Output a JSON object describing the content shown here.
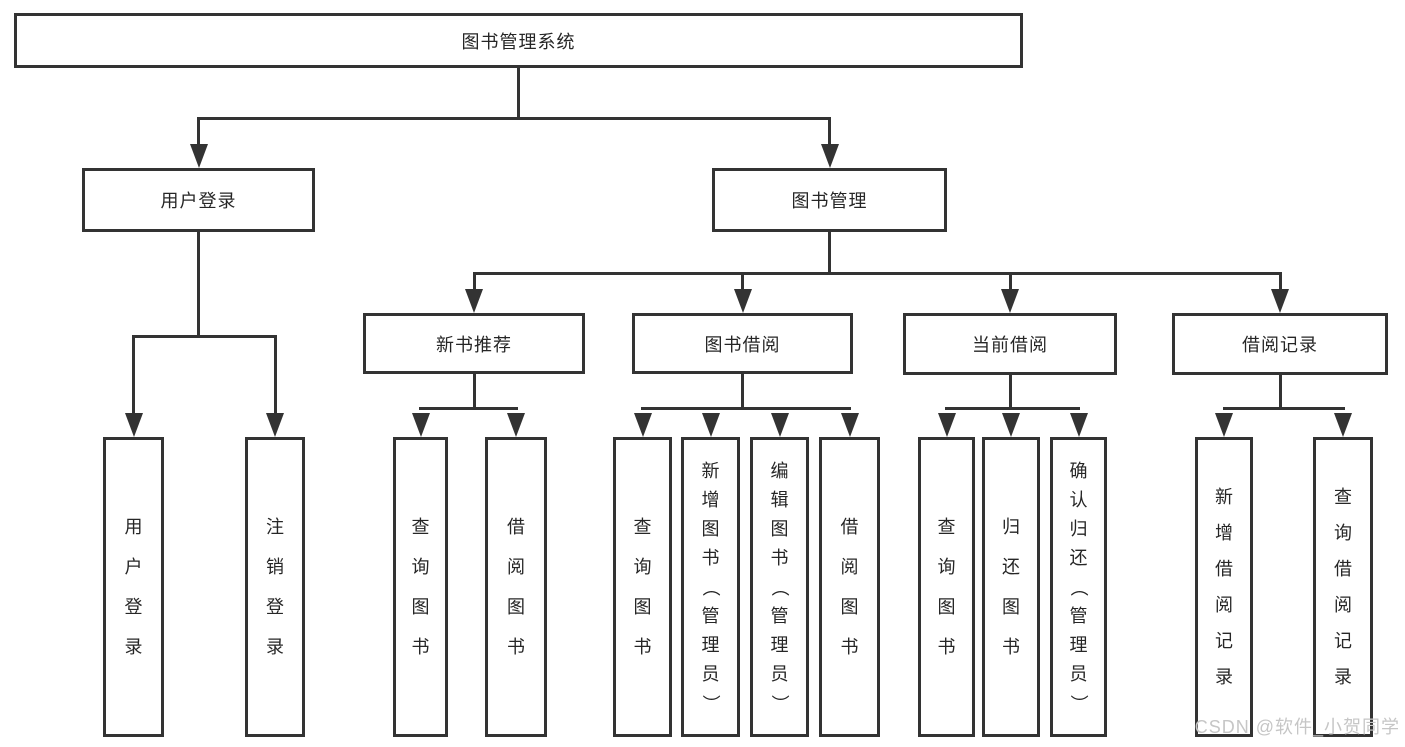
{
  "diagram": {
    "root": {
      "label": "图书管理系统"
    },
    "level1": [
      {
        "label": "用户登录"
      },
      {
        "label": "图书管理"
      }
    ],
    "level2": [
      {
        "label": "新书推荐"
      },
      {
        "label": "图书借阅"
      },
      {
        "label": "当前借阅"
      },
      {
        "label": "借阅记录"
      }
    ],
    "leaves": {
      "user_login_children": [
        "用户登录",
        "注销登录"
      ],
      "new_book_children": [
        "查询图书",
        "借阅图书"
      ],
      "book_borrow_children": [
        "查询图书",
        "新增图书（管理员）",
        "编辑图书（管理员）",
        "借阅图书"
      ],
      "current_borrow_children": [
        "查询图书",
        "归还图书",
        "确认归还（管理员）"
      ],
      "borrow_record_children": [
        "新增借阅记录",
        "查询借阅记录"
      ]
    }
  },
  "watermark": "CSDN @软件_小贺同学",
  "colors": {
    "line": "#333333",
    "text": "#262626",
    "watermark": "#c6c6c6",
    "background": "#ffffff"
  }
}
